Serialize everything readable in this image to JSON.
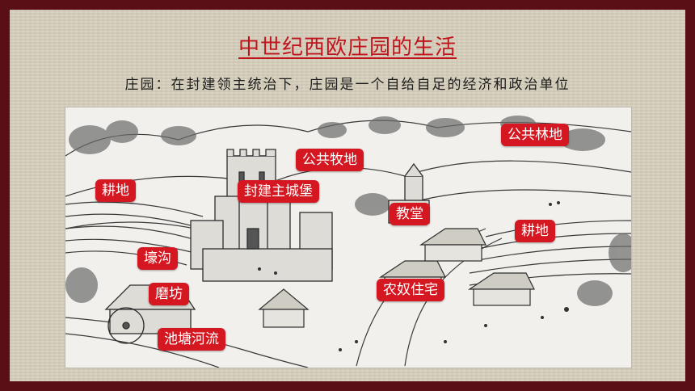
{
  "slide": {
    "title": "中世纪西欧庄园的生活",
    "subtitle": "庄园：在封建领主统治下，庄园是一个自给自足的经济和政治单位"
  },
  "labels": {
    "public_pasture": "公共牧地",
    "public_forest": "公共林地",
    "farmland_left": "耕地",
    "castle": "封建主城堡",
    "church": "教堂",
    "farmland_right": "耕地",
    "moat": "壕沟",
    "mill": "磨坊",
    "serf_houses": "农奴住宅",
    "pond_river": "池塘河流"
  },
  "colors": {
    "frame": "#5a0f17",
    "background": "#d8d0bd",
    "title": "#c0141c",
    "label_bg": "#d41720",
    "label_text": "#ffffff"
  }
}
